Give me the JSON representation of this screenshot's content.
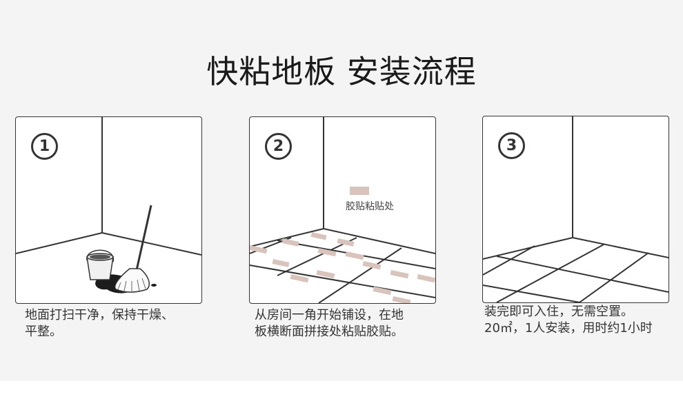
{
  "title": "快粘地板 安装流程",
  "steps": [
    {
      "num": "1",
      "caption_line1": "地面打扫干净，保持干燥、",
      "caption_line2": "平整。"
    },
    {
      "num": "2",
      "caption_line1": "从房间一角开始铺设，在地",
      "caption_line2": "板横断面拼接处粘贴胶贴。",
      "legend_label": "胶贴粘贴处"
    },
    {
      "num": "3",
      "caption_line1": "装完即可入住，无需空置。",
      "caption_line2": "20㎡，1人安装，用时约1小时"
    }
  ],
  "colors": {
    "tape": "#d8c4bd",
    "line": "#333333",
    "background": "#f4f4f4"
  },
  "icons": [
    "mop-icon",
    "bucket-icon",
    "water-puddle-icon"
  ]
}
